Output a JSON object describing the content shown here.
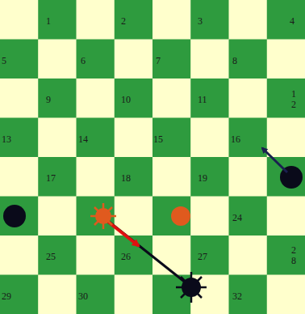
{
  "diagram": {
    "labels": [
      "1",
      "2",
      "3",
      "4",
      "5",
      "6",
      "7",
      "8",
      "9",
      "10",
      "11",
      "12",
      "13",
      "14",
      "15",
      "16",
      "17",
      "18",
      "19",
      "24",
      "25",
      "26",
      "27",
      "28",
      "29",
      "30",
      "32"
    ]
  }
}
